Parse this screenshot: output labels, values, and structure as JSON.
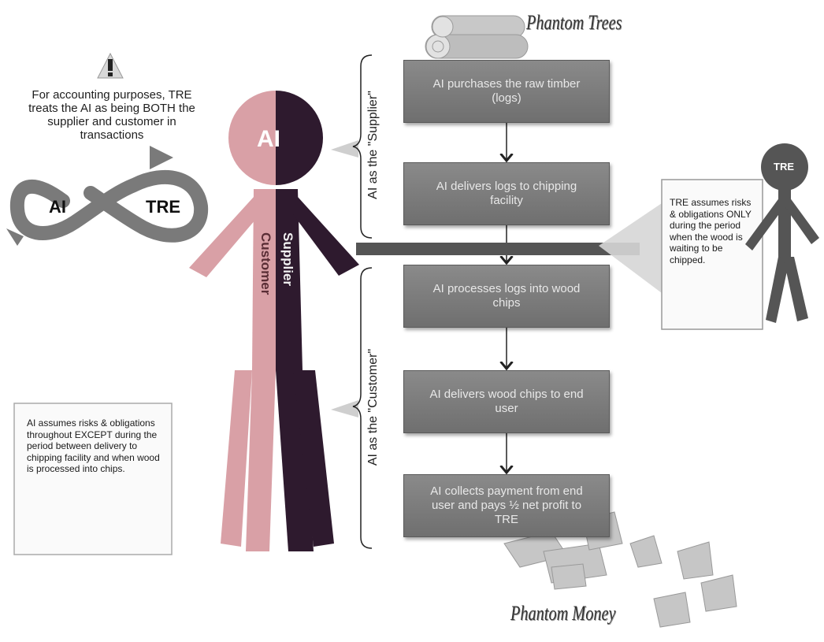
{
  "warning": {
    "icon": "warning-icon",
    "text": "For accounting purposes, TRE treats the AI as being BOTH the supplier and customer in transactions"
  },
  "loop": {
    "left_label": "AI",
    "right_label": "TRE"
  },
  "figure": {
    "head_label": "AI",
    "left_body_label": "Customer",
    "right_body_label": "Supplier"
  },
  "braces": {
    "supplier": "AI as the \"Supplier\"",
    "customer": "AI as the \"Customer\""
  },
  "flow": {
    "top_caption": "Phantom Trees",
    "bottom_caption": "Phantom Money",
    "steps": [
      "AI purchases the raw timber (logs)",
      "AI delivers logs to chipping facility",
      "AI processes logs into wood chips",
      "AI delivers wood chips to end user",
      "AI collects payment from end user and pays ½ net profit to TRE"
    ]
  },
  "tre_callout": {
    "text": "TRE assumes risks & obligations ONLY during the period when the wood is waiting to be chipped.",
    "figure_label": "TRE"
  },
  "ai_callout": {
    "text": "AI assumes risks & obligations throughout EXCEPT during the period between delivery to chipping facility and when wood is processed into chips."
  },
  "colors": {
    "customer": "#d9a0a6",
    "supplier": "#2e1a2e",
    "step_fill": "#7a7a7a",
    "loop": "#777777"
  }
}
